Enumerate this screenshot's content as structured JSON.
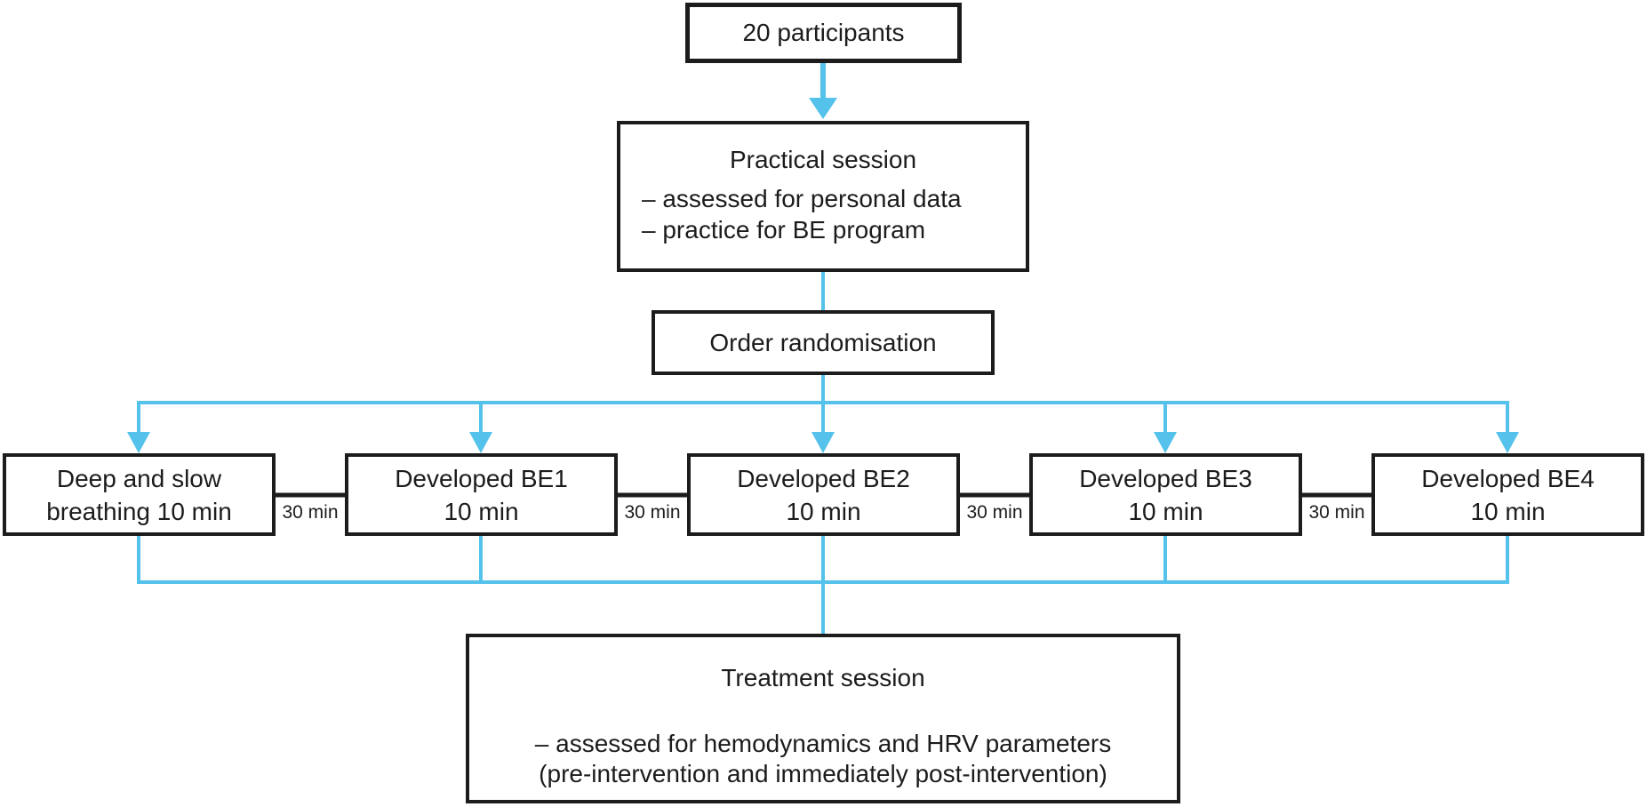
{
  "colors": {
    "accent_blue": "#54C2EA",
    "line_black": "#1C1C1C"
  },
  "flow": {
    "participants": {
      "label": "20 participants"
    },
    "practical": {
      "title": "Practical session",
      "items": [
        "– assessed for personal data",
        "– practice for BE program"
      ]
    },
    "randomisation": {
      "label": "Order randomisation"
    },
    "sessions": [
      {
        "line1": "Deep and slow",
        "line2": "breathing 10 min"
      },
      {
        "line1": "Developed BE1",
        "line2": "10 min"
      },
      {
        "line1": "Developed BE2",
        "line2": "10 min"
      },
      {
        "line1": "Developed BE3",
        "line2": "10 min"
      },
      {
        "line1": "Developed BE4",
        "line2": "10 min"
      }
    ],
    "intervals": [
      "30 min",
      "30 min",
      "30 min",
      "30 min"
    ],
    "treatment": {
      "title": "Treatment session",
      "items": [
        "– assessed for hemodynamics and HRV parameters",
        "(pre-intervention and immediately post-intervention)"
      ]
    }
  }
}
